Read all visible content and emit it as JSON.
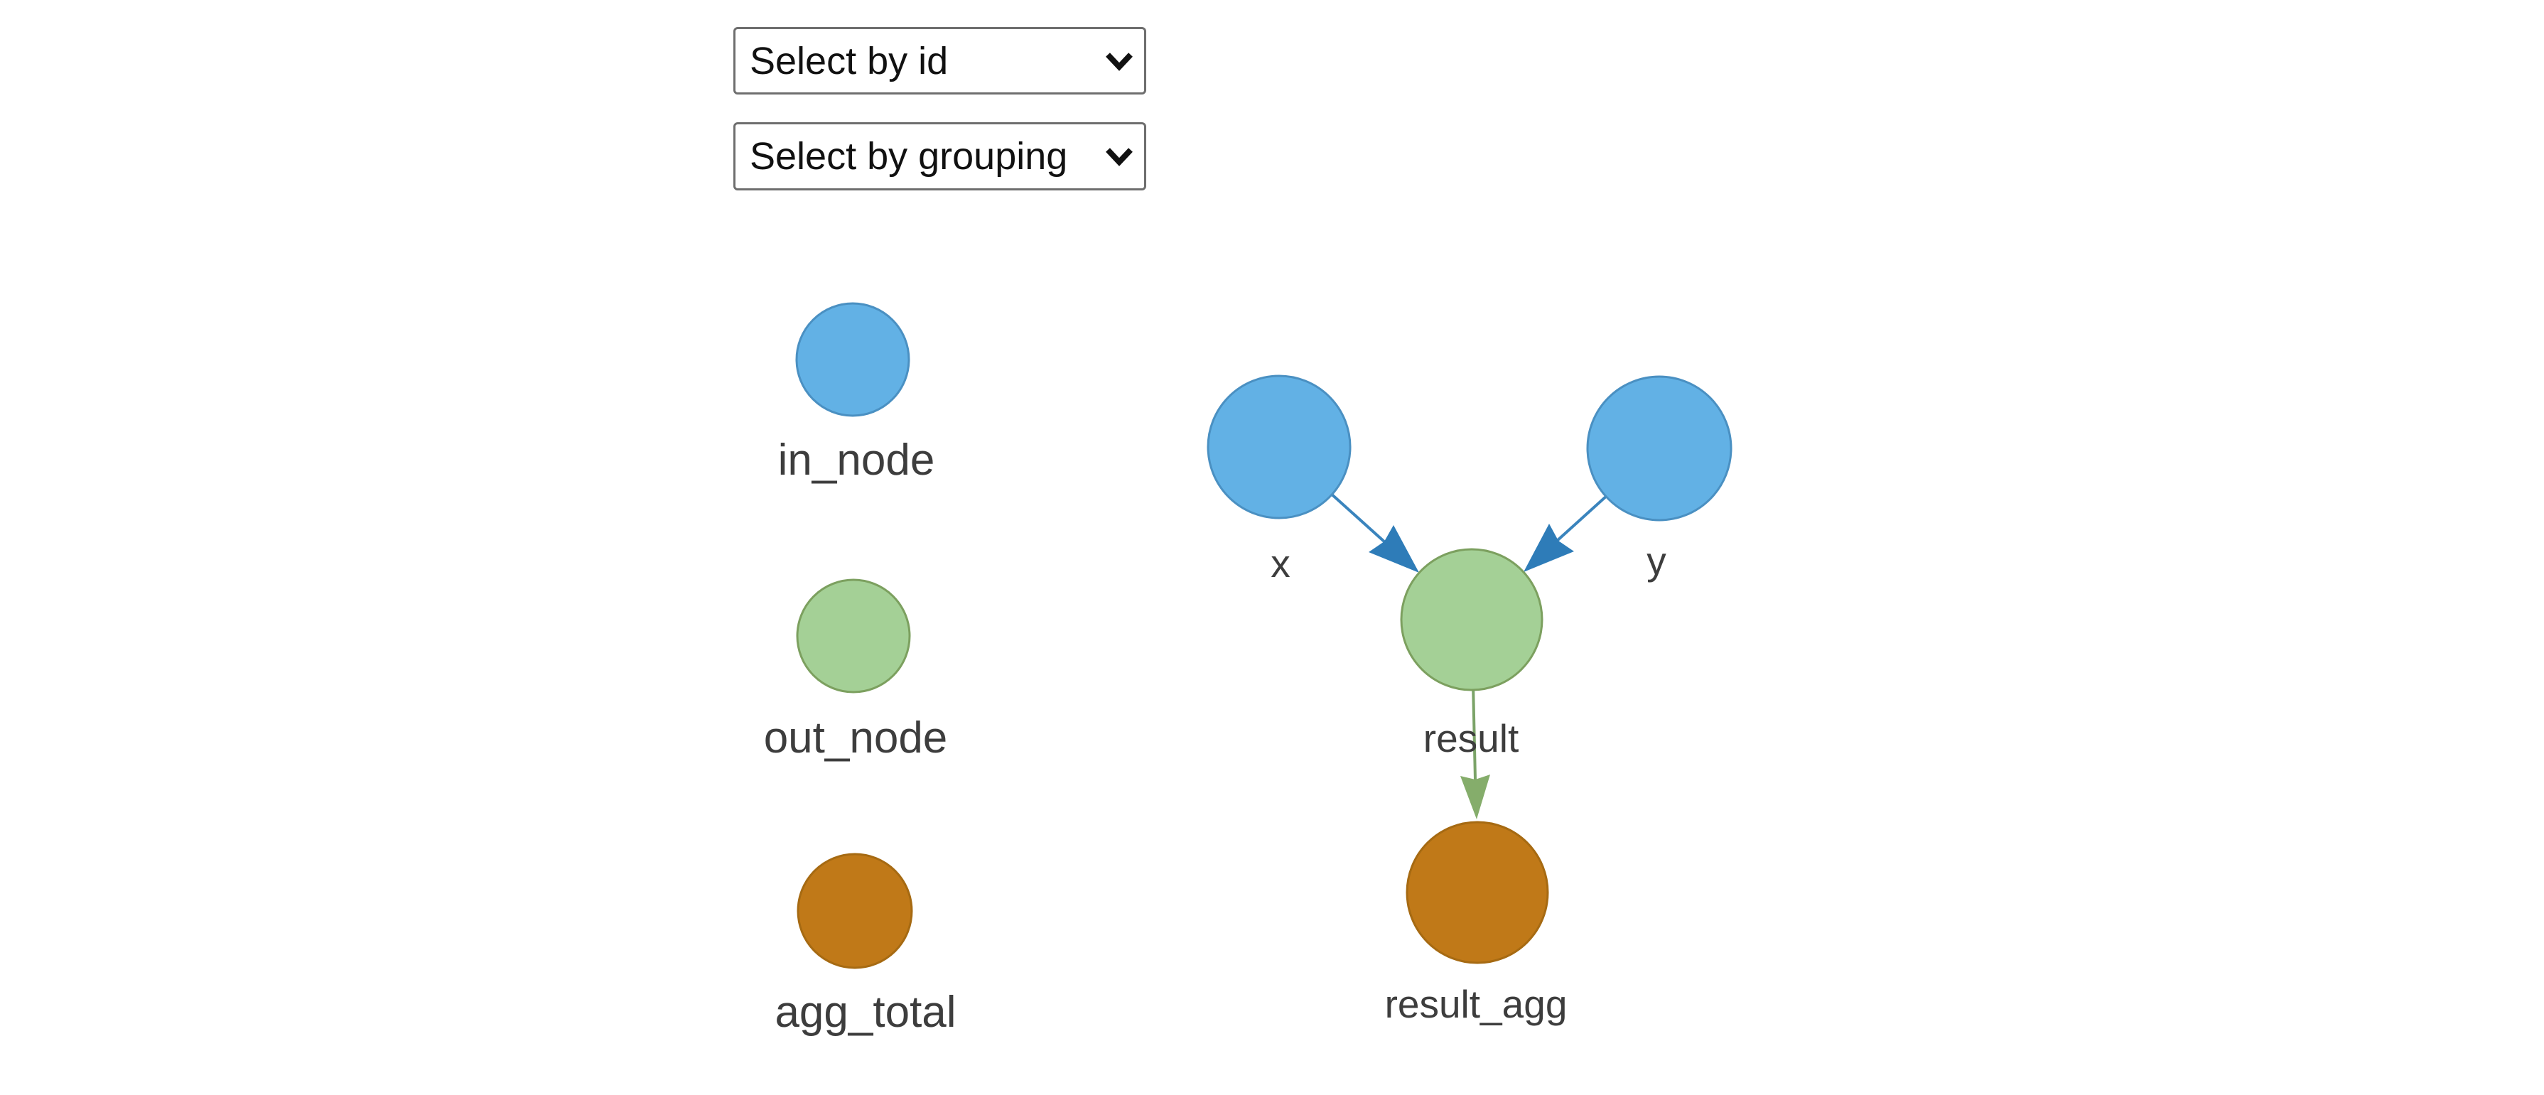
{
  "controls": {
    "select_by_id": {
      "selected": "Select by id"
    },
    "select_by_grouping": {
      "selected": "Select by grouping"
    }
  },
  "icons": {
    "select_dropdown": "chevron-down-icon"
  },
  "colors": {
    "background": "#ffffff",
    "label_text": "#3d3d3d",
    "select_text": "#111111",
    "select_border": "#6e6e6e",
    "in_node_fill": "#62b1e5",
    "in_node_stroke": "#4a90c2",
    "out_node_fill": "#a4d096",
    "out_node_stroke": "#7ca05f",
    "agg_total_fill": "#c07918",
    "agg_total_stroke": "#a66a12",
    "edge_blue": "#2e7cb8",
    "edge_green_line": "#7ba368",
    "edge_green_head": "#85ad6b"
  },
  "legend": {
    "items": [
      {
        "label": "in_node",
        "fill": "#62b1e5",
        "stroke": "#4a90c2"
      },
      {
        "label": "out_node",
        "fill": "#a4d096",
        "stroke": "#7ca05f"
      },
      {
        "label": "agg_total",
        "fill": "#c07918",
        "stroke": "#a66a12"
      }
    ]
  },
  "graph": {
    "nodes": [
      {
        "id": "x",
        "label": "x",
        "type": "in_node",
        "fill": "#62b1e5",
        "stroke": "#4a90c2"
      },
      {
        "id": "y",
        "label": "y",
        "type": "in_node",
        "fill": "#62b1e5",
        "stroke": "#4a90c2"
      },
      {
        "id": "result",
        "label": "result",
        "type": "out_node",
        "fill": "#a4d096",
        "stroke": "#7ca05f"
      },
      {
        "id": "result_agg",
        "label": "result_agg",
        "type": "agg_total",
        "fill": "#c07918",
        "stroke": "#a66a12"
      }
    ],
    "edges": [
      {
        "from": "x",
        "to": "result",
        "line": "#3a84bd",
        "head": "#2e7cb8"
      },
      {
        "from": "y",
        "to": "result",
        "line": "#3a84bd",
        "head": "#2e7cb8"
      },
      {
        "from": "result",
        "to": "result_agg",
        "line": "#7ba368",
        "head": "#85ad6b"
      }
    ]
  }
}
